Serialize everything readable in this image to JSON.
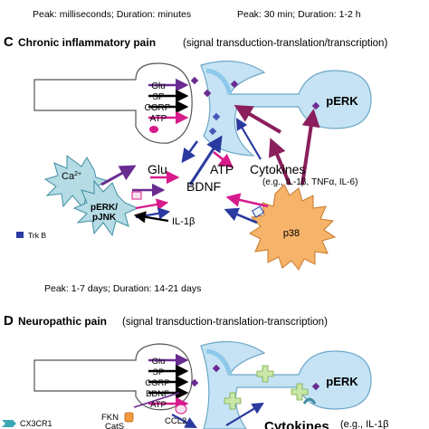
{
  "header": {
    "peak_left": "Peak: milliseconds; Duration: minutes",
    "peak_right": "Peak: 30 min; Duration: 1-2 h"
  },
  "panel_c": {
    "letter": "C",
    "title_bold": "Chronic inflammatory pain",
    "title_rest": "(signal transduction-translation/transcription)",
    "mediators": [
      "Glu",
      "SP",
      "CGRP",
      "ATP"
    ],
    "perk": "pERK",
    "glu": "Glu",
    "atp": "ATP",
    "bdnf": "BDNF",
    "cytokines": "Cytokines",
    "cytokines_examples": "(e.g., IL-1β, TNFα, IL-6)",
    "ca": "Ca",
    "ca_sup": "2+",
    "perk_pjnk_line1": "pERK/",
    "perk_pjnk_line2": "pJNK",
    "il1b": "IL-1β",
    "p38": "p38",
    "legend_trkb": "Trk B",
    "peak": "Peak: 1-7 days; Duration: 14-21 days"
  },
  "panel_d": {
    "letter": "D",
    "title_bold": "Neuropathic pain",
    "title_rest": "(signal transduction-translation-transcription)",
    "mediators": [
      "Glu",
      "SP",
      "CGRP",
      "BDNF",
      "ATP"
    ],
    "perk": "pERK",
    "fkn": "FKN",
    "cats": "CatS",
    "ccl2": "CCL2",
    "cytokines": "Cytokines",
    "cytokines_partial": "(e.g., IL-1β",
    "legend_cx3cr1": "CX3CR1"
  },
  "colors": {
    "purple": "#6a2c91",
    "magenta": "#d81b8c",
    "blue": "#2a3aa0",
    "light_blue": "#c5e3f4",
    "mid_blue": "#8ec8ea",
    "p38_orange": "#f6b36a",
    "cyan_cell": "#b5dce5",
    "green_cross": "#c9e7a8"
  }
}
